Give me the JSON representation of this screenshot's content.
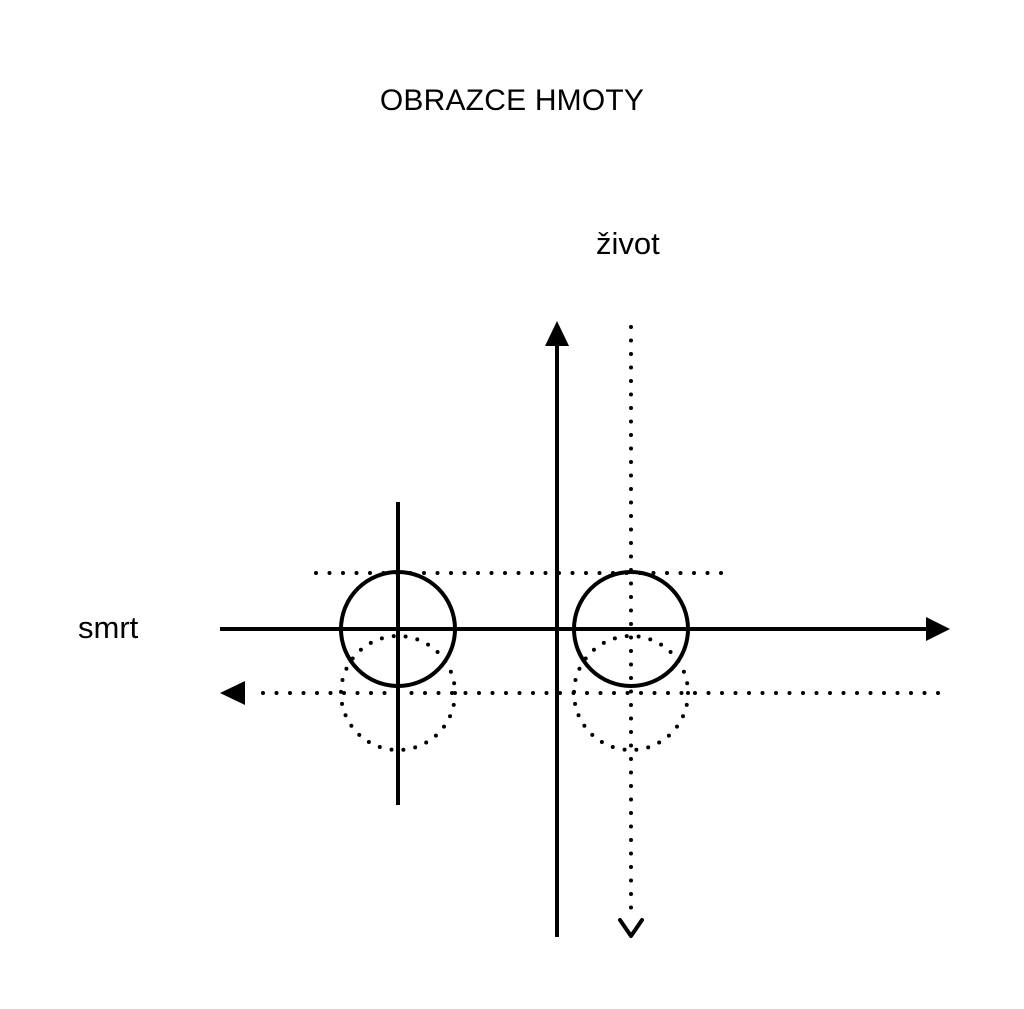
{
  "title": "OBRAZCE HMOTY",
  "labels": {
    "top": "život",
    "left": "smrt"
  },
  "colors": {
    "ink": "#000000",
    "background": "#ffffff"
  }
}
